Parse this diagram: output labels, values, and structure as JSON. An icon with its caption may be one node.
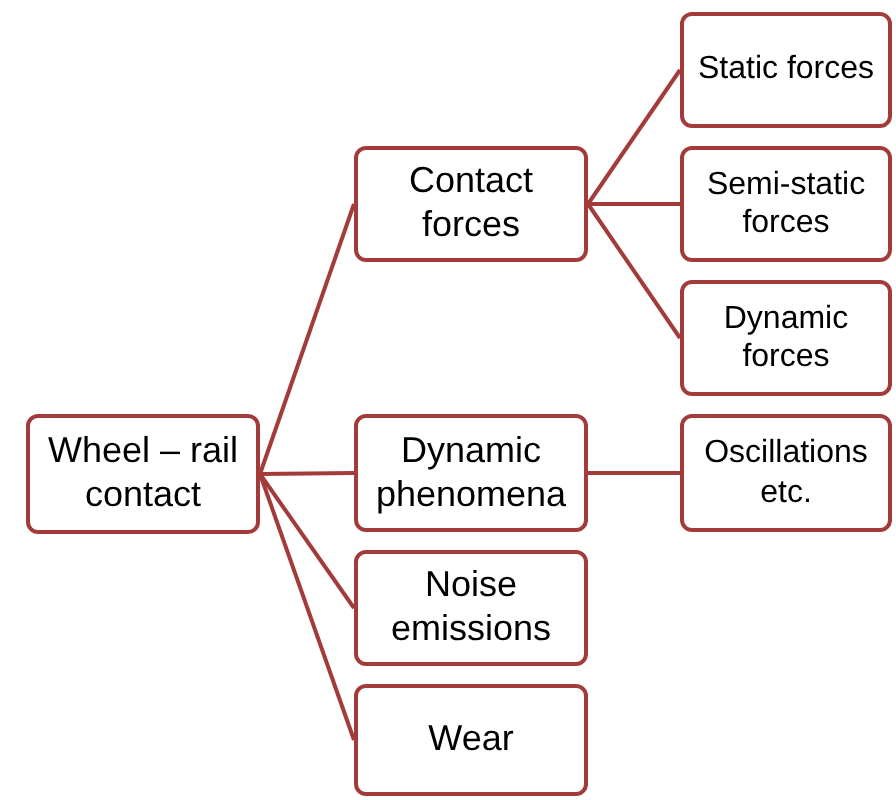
{
  "diagram": {
    "nodes": [
      {
        "text": [
          "Wheel – rail contact"
        ]
      },
      {
        "text": [
          "Contact forces"
        ]
      },
      {
        "text": [
          "Dynamic phenomena"
        ]
      },
      {
        "text": [
          "Noise emissions"
        ]
      },
      {
        "text": [
          "Wear"
        ]
      },
      {
        "text": [
          "Static forces"
        ]
      },
      {
        "text": [
          "Semi-static forces"
        ]
      },
      {
        "text": [
          "Dynamic forces"
        ]
      },
      {
        "text": [
          "Oscillations etc."
        ]
      }
    ],
    "edges": [
      {
        "from": 0,
        "to": 1,
        "arrow": "none"
      },
      {
        "from": 0,
        "to": 2,
        "arrow": "none"
      },
      {
        "from": 0,
        "to": 3,
        "arrow": "none"
      },
      {
        "from": 0,
        "to": 4,
        "arrow": "none"
      },
      {
        "from": 1,
        "to": 5,
        "arrow": "none"
      },
      {
        "from": 1,
        "to": 6,
        "arrow": "none"
      },
      {
        "from": 1,
        "to": 7,
        "arrow": "none"
      },
      {
        "from": 2,
        "to": 8,
        "arrow": "none"
      }
    ]
  }
}
